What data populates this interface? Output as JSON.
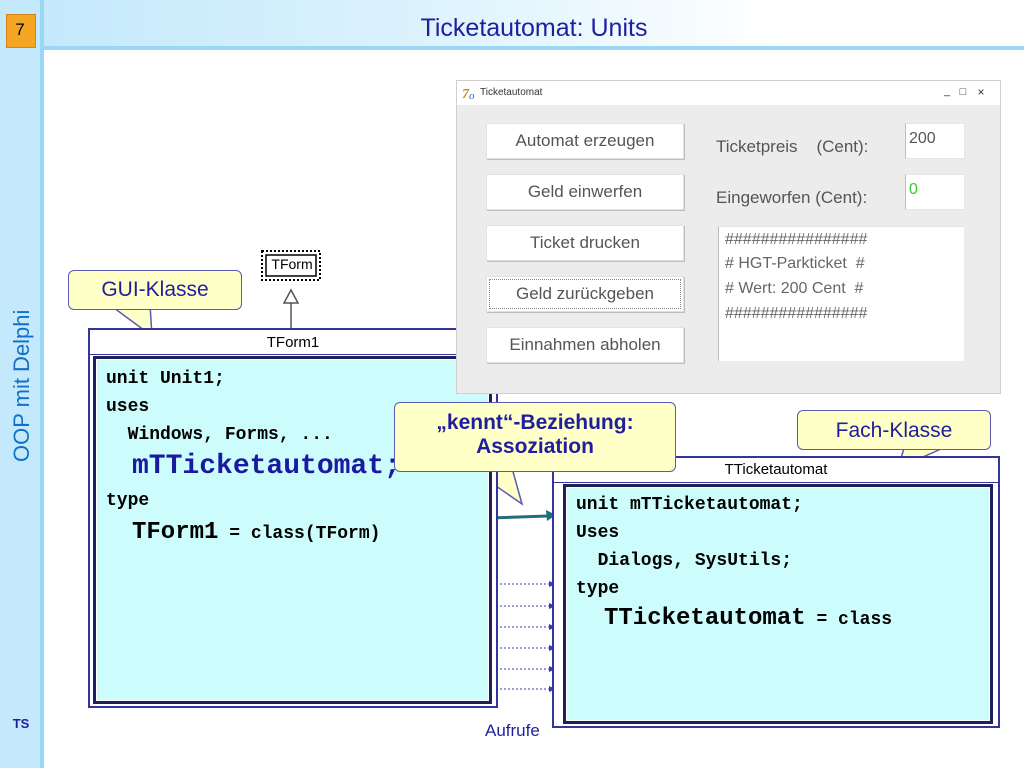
{
  "slide": {
    "number": "7",
    "title": "Ticketautomat: Units",
    "side_title": "OOP mit Delphi",
    "author": "TS"
  },
  "uml": {
    "parent_class": "TForm",
    "form_class_header": "TForm1",
    "model_class_header": "TTicketautomat",
    "calls_label": "Aufrufe",
    "gui_callout": "GUI-Klasse",
    "domain_callout": "Fach-Klasse",
    "association_callout_line1": "„kennt“-Beziehung:",
    "association_callout_line2": "Assoziation",
    "unit1_code": {
      "l1": "unit Unit1;",
      "l2": "uses",
      "l3": "  Windows, Forms, ...",
      "l4": "mTTicketautomat;",
      "l5": "type",
      "l6_name": "TForm1",
      "l6_rest": " = class(TForm)"
    },
    "model_code": {
      "l1": "unit mTTicketautomat;",
      "l2": "Uses",
      "l3": "  Dialogs, SysUtils;",
      "l4": "type",
      "l5_name": "TTicketautomat",
      "l5_rest": " = class"
    }
  },
  "app_window": {
    "title": "Ticketautomat",
    "icon": "delphi-app-icon",
    "window_controls": [
      "_",
      "□",
      "×"
    ],
    "buttons": {
      "create": "Automat erzeugen",
      "insert_money": "Geld einwerfen",
      "print_ticket": "Ticket drucken",
      "refund": "Geld zurückgeben",
      "collect": "Einnahmen abholen"
    },
    "labels": {
      "price": "Ticketpreis    (Cent):",
      "inserted": "Eingeworfen (Cent):"
    },
    "fields": {
      "price_value": "200",
      "inserted_value": "0"
    },
    "memo_lines": [
      "################",
      "# HGT-Parkticket  #",
      "# Wert: 200 Cent  #",
      "################"
    ],
    "colors": {
      "inserted_value": "#33cc33"
    }
  }
}
